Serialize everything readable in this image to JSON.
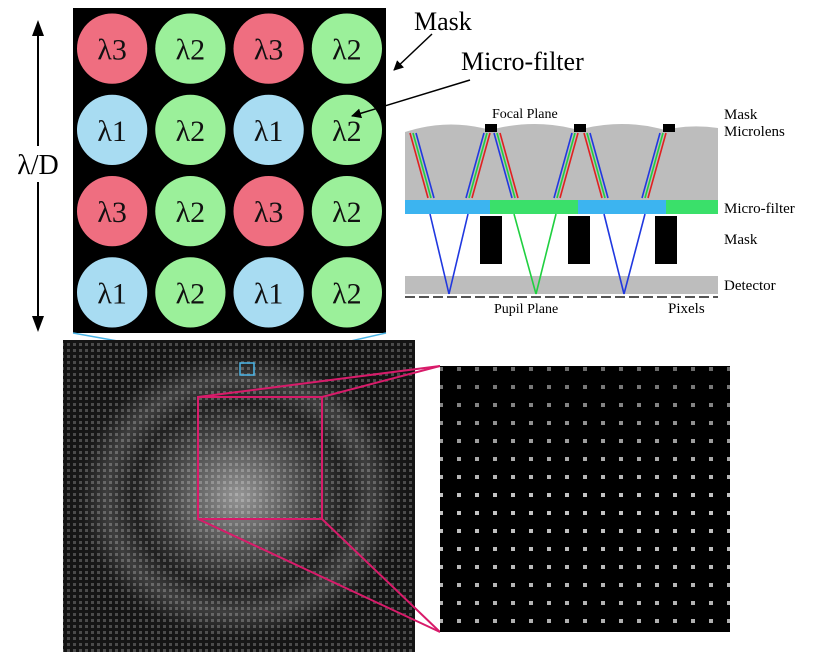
{
  "labels": {
    "scale": "λ/D",
    "mask_top": "Mask",
    "micro_filter_top": "Micro-filter",
    "focal_plane": "Focal Plane",
    "mask": "Mask",
    "microlens": "Microlens",
    "micro_filter": "Micro-filter",
    "mask_mid": "Mask",
    "detector": "Detector",
    "pupil_plane": "Pupil Plane",
    "pixels": "Pixels"
  },
  "grid": {
    "rows": [
      [
        "λ3",
        "λ2",
        "λ3",
        "λ2"
      ],
      [
        "λ1",
        "λ2",
        "λ1",
        "λ2"
      ],
      [
        "λ3",
        "λ2",
        "λ3",
        "λ2"
      ],
      [
        "λ1",
        "λ2",
        "λ1",
        "λ2"
      ]
    ]
  },
  "colors": {
    "λ1": "#a8dcf2",
    "λ2": "#9bf09a",
    "λ3": "#ef6e80",
    "mask_bg": "#000000",
    "microlens": "#bdbdbd",
    "filter_blue": "#3cb4f0",
    "filter_green": "#3ae06a",
    "zoom_blue": "#4ab4e6",
    "zoom_pink": "#d81b6a",
    "ray_blue": "#2038e0",
    "ray_green": "#20d040",
    "ray_red": "#e02020"
  }
}
